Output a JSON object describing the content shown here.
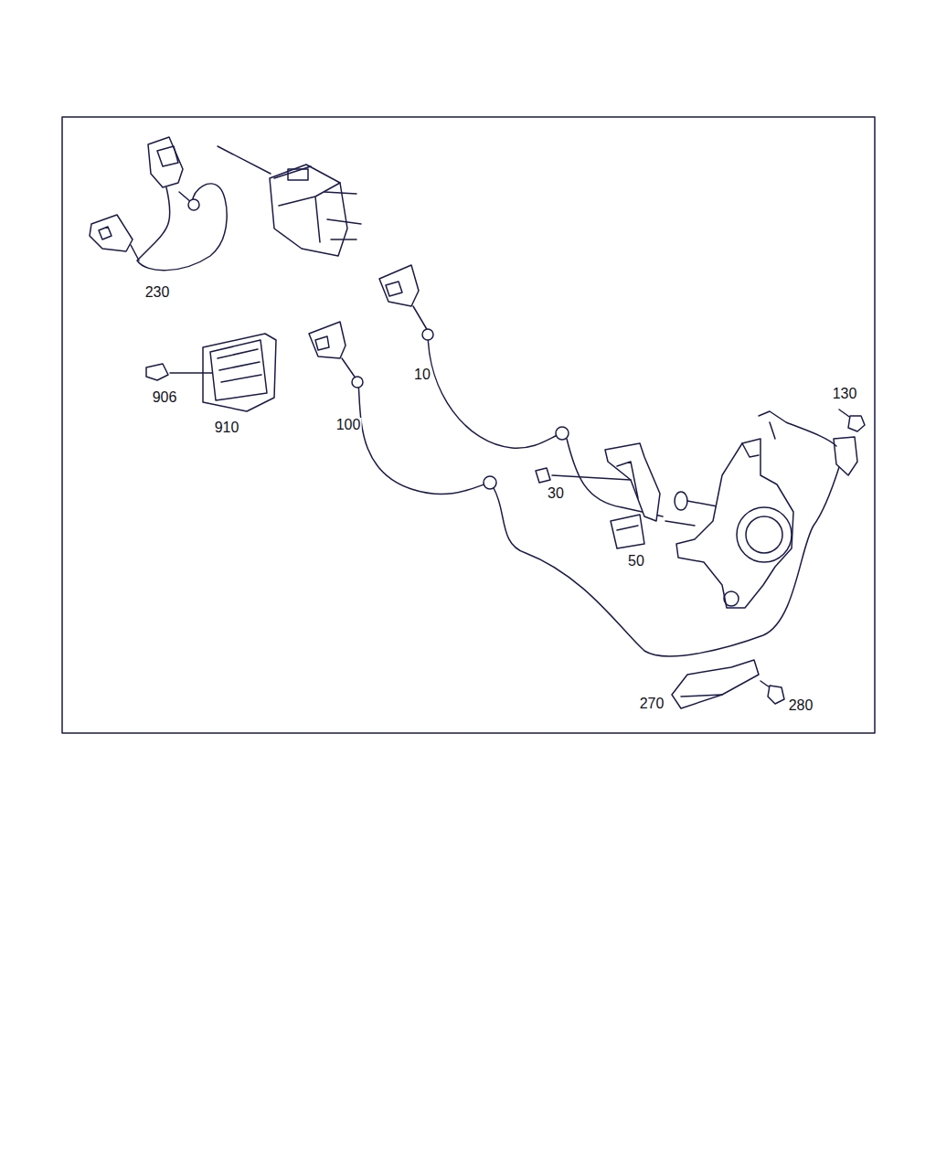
{
  "diagram": {
    "labels": [
      "230",
      "10",
      "130",
      "906",
      "910",
      "100",
      "30",
      "50",
      "270",
      "280"
    ]
  }
}
